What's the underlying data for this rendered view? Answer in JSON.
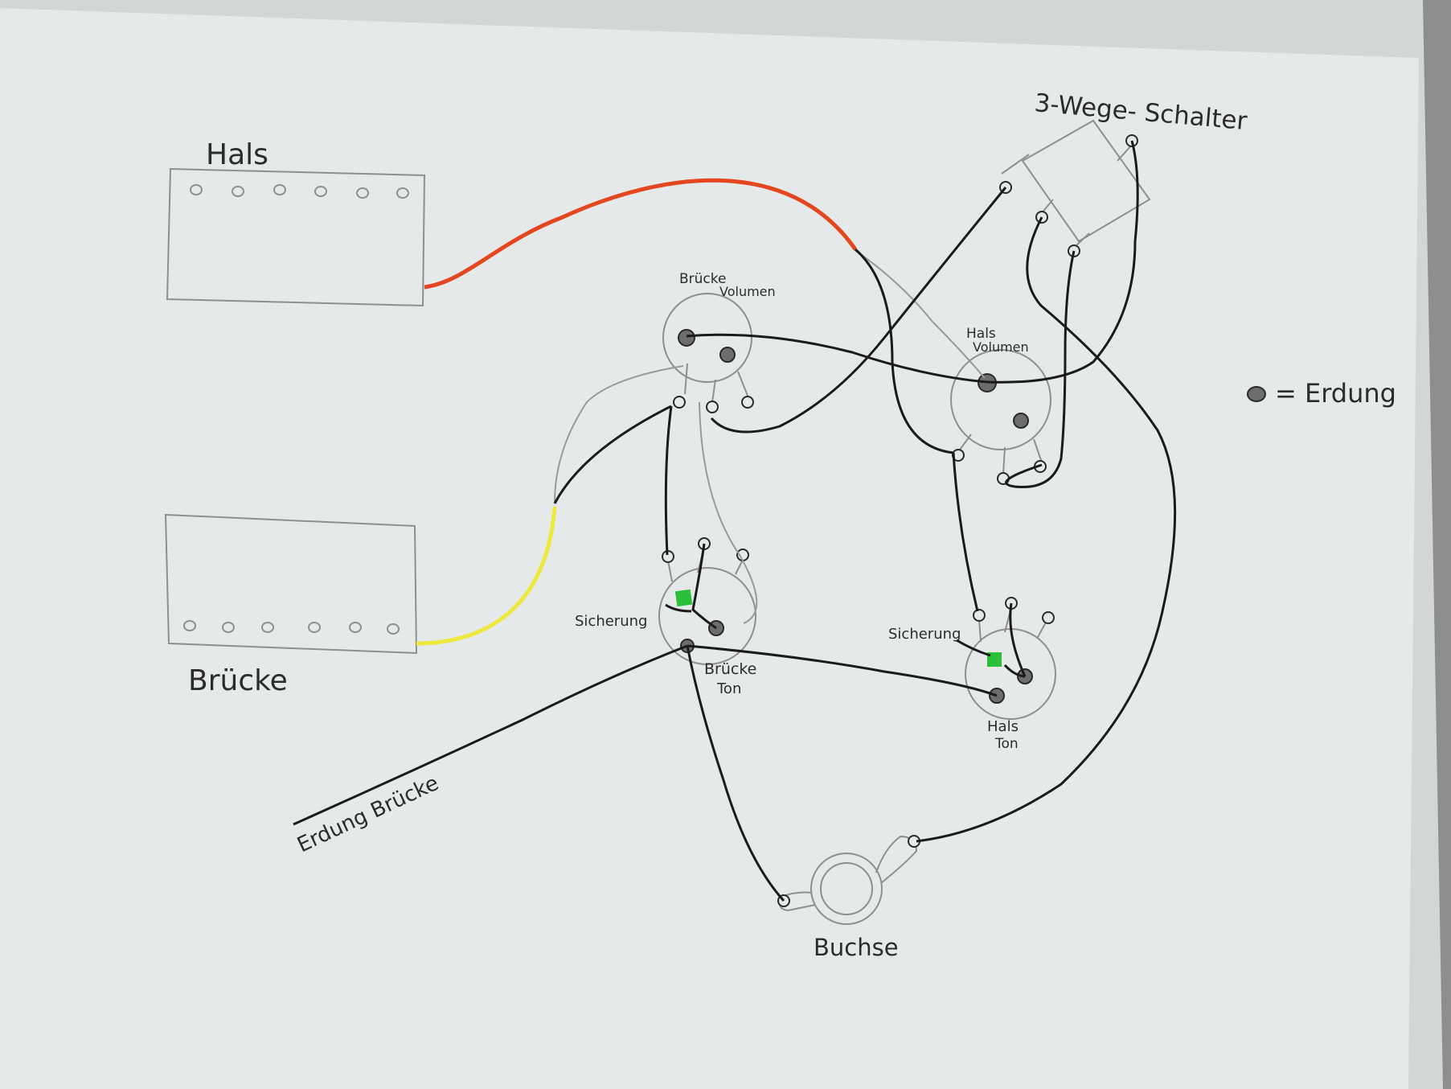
{
  "labels": {
    "neck_pickup": "Hals",
    "bridge_pickup": "Brücke",
    "switch": "3-Wege- Schalter",
    "bridge_volume_line1": "Brücke",
    "bridge_volume_line2": "Volumen",
    "neck_volume_line1": "Hals",
    "neck_volume_line2": "Volumen",
    "bridge_tone_line1": "Brücke",
    "bridge_tone_line2": "Ton",
    "neck_tone_line1": "Hals",
    "neck_tone_line2": "Ton",
    "capacitor_bridge": "Sicherung",
    "capacitor_neck": "Sicherung",
    "ground_bridge": "Erdung Brücke",
    "jack": "Buchse",
    "legend_text": "= Erdung"
  },
  "colors": {
    "paper": "#e6e9e9",
    "pencil": "#8f8f8f",
    "wire_black": "#1b1b1b",
    "wire_neck_hot": "#e4471f",
    "wire_bridge_hot": "#ece83d",
    "capacitor": "#2bbf3a",
    "ground_dot": "#6d6d6d"
  },
  "legend": {
    "symbol": "ground-dot",
    "meaning": "= Erdung"
  }
}
